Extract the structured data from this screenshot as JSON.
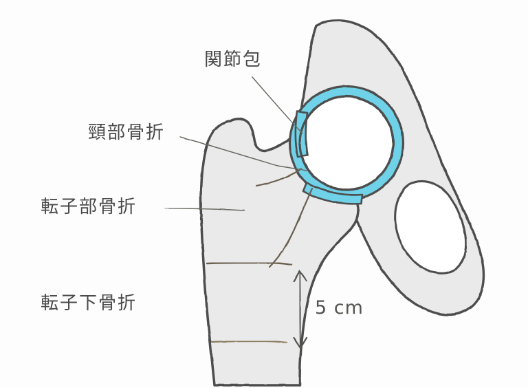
{
  "figure": {
    "title": "Hip fracture classification diagram",
    "subject": "proximal femur and pelvis, hand-drawn sketch",
    "background_color": "#fdfdfd",
    "bone_fill_color": "#eaeaea",
    "bone_outline_color": "#4d4d4d",
    "capsule_color": "#6fd2e8",
    "capsule_outline_color": "#4d4d4d",
    "label_color": "#4a4a4a",
    "leader_line_color": "#6b6b63",
    "fracture_line_color": "#6b6151"
  },
  "labels": {
    "capsule": "関節包",
    "neck_fracture": "頸部骨折",
    "trochanteric_fracture": "転子部骨折",
    "subtrochanteric_fracture": "転子下骨折"
  },
  "scale": {
    "value": "5 cm",
    "orientation": "vertical",
    "arrow_style": "double-headed"
  },
  "anatomy": {
    "femoral_head": "femoral head enclosed by joint capsule ring",
    "greater_trochanter": "greater trochanter on lateral femur",
    "femoral_shaft": "femoral shaft descending to bottom of image",
    "acetabulum": "acetabulum of pelvis",
    "obturator_foramen": "obturator foramen opening in pelvis",
    "iliac_wing": "iliac wing above acetabulum"
  },
  "fracture_lines": [
    {
      "name": "neck-fracture-line",
      "description": "oblique line across femoral neck"
    },
    {
      "name": "trochanteric-fracture-line",
      "description": "oblique line through trochanteric region"
    },
    {
      "name": "subtrochanteric-fracture-line",
      "description": "horizontal line below lesser trochanter"
    },
    {
      "name": "lower-shaft-line",
      "description": "horizontal line at distal extent of 5 cm zone"
    }
  ]
}
